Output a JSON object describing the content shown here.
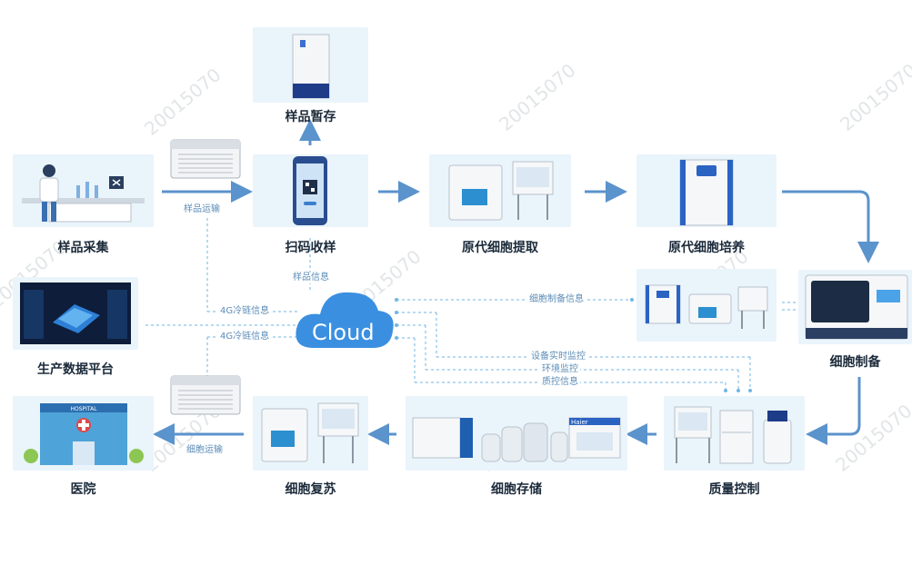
{
  "nodes": {
    "sample_storage": "样品暂存",
    "sample_collection": "样品采集",
    "scan_receive": "扫码收样",
    "primary_extraction": "原代细胞提取",
    "primary_culture": "原代细胞培养",
    "production_platform": "生产数据平台",
    "cell_preparation": "细胞制备",
    "hospital": "医院",
    "cell_recovery": "细胞复苏",
    "cell_storage": "细胞存储",
    "quality_control": "质量控制"
  },
  "links": {
    "sample_transport": "样品运输",
    "sample_info": "样品信息",
    "cold_chain_1": "4G冷链信息",
    "cold_chain_2": "4G冷链信息",
    "prep_info": "细胞制备信息",
    "realtime_monitor": "设备实时监控",
    "env_monitor": "环境监控",
    "qc_info": "质控信息",
    "cell_transport": "细胞运输"
  },
  "cloud_label": "Cloud",
  "hospital_sign": "HOSPITAL",
  "brand_logo": "Haier",
  "watermark": "20015070",
  "colors": {
    "accent": "#5b93cc",
    "card": "#eaf4fb",
    "cloud": "#3a8fe0",
    "dotted": "#6fb6e4"
  }
}
